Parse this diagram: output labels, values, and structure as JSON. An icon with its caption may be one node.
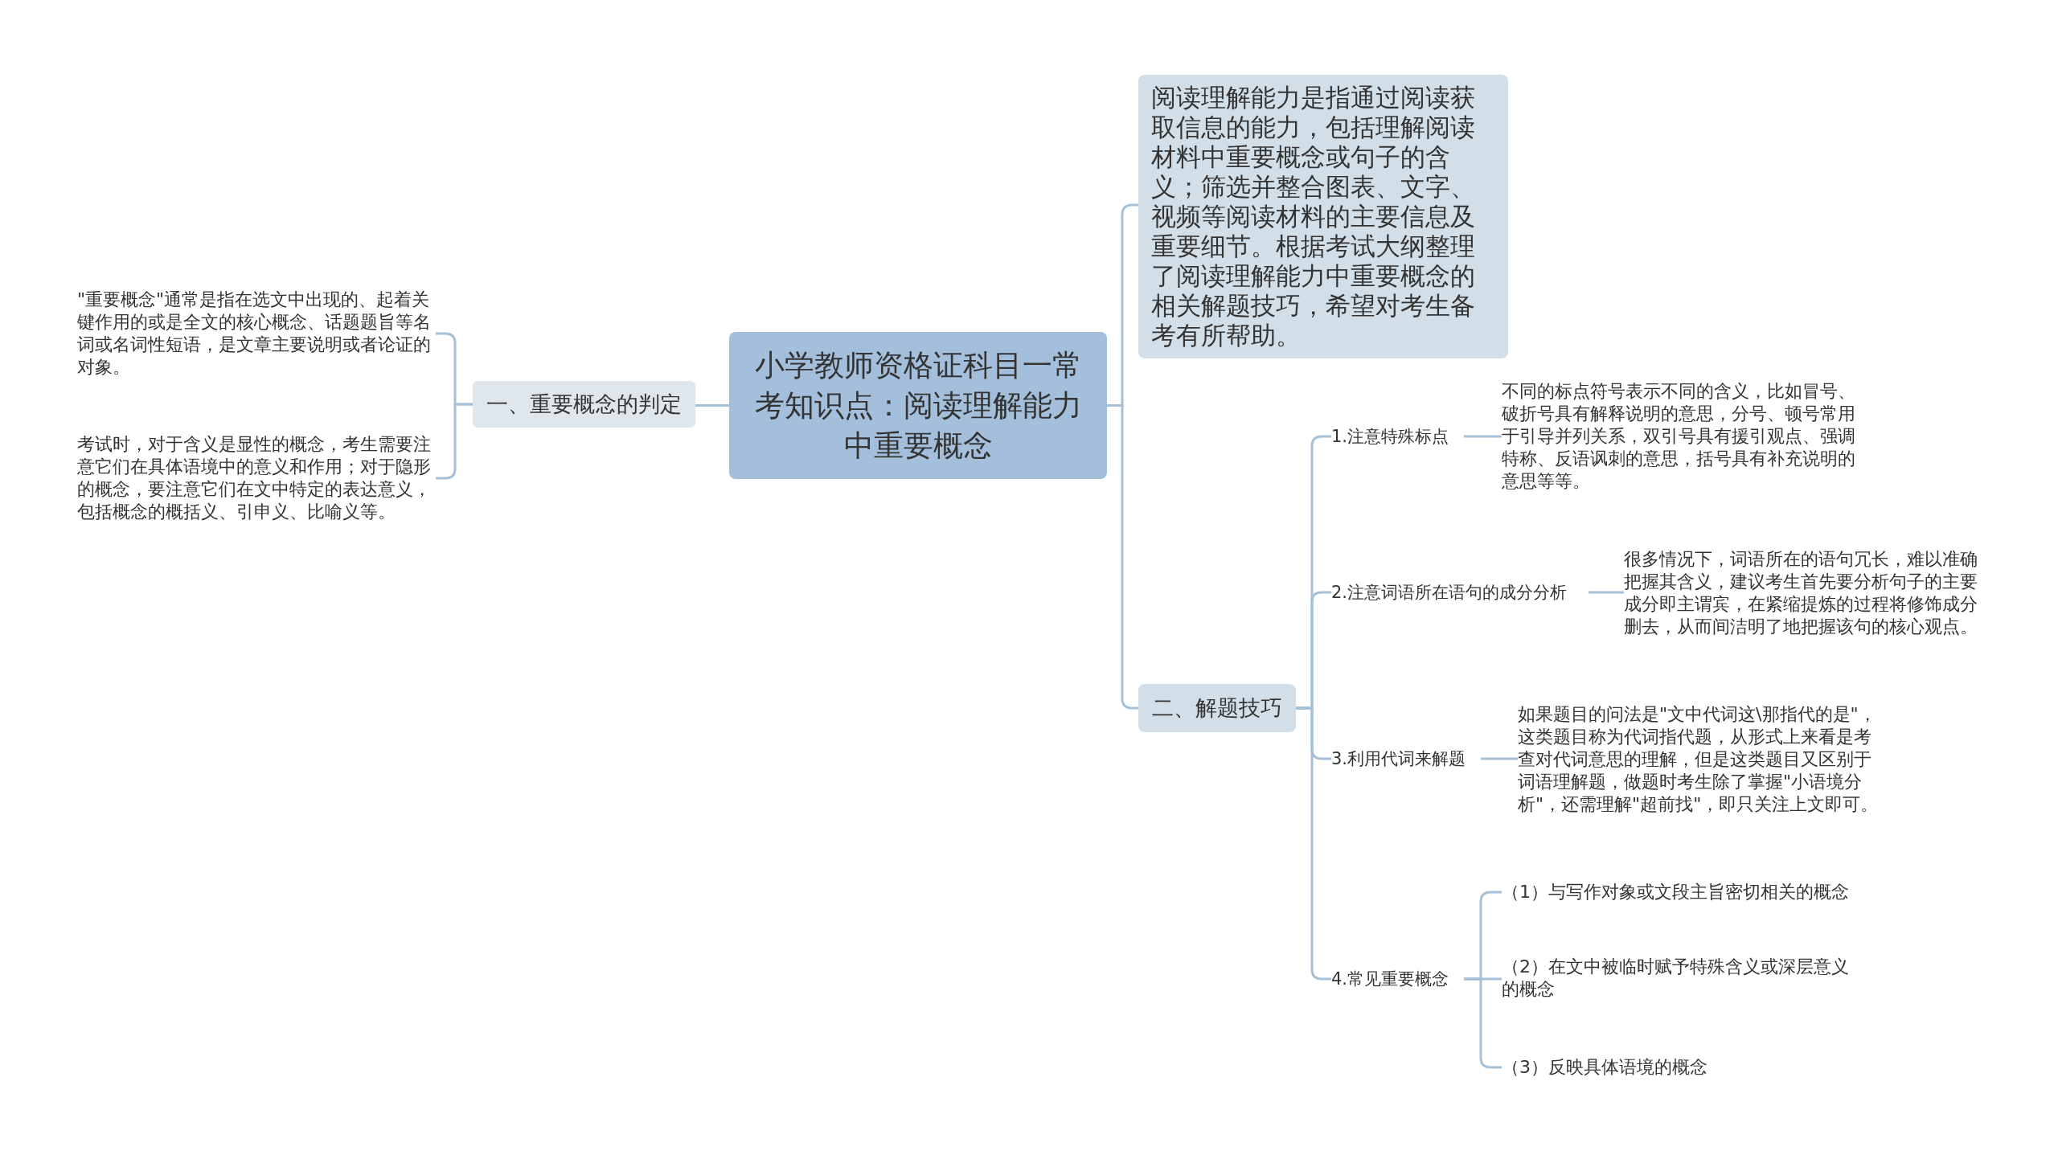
{
  "diagram": {
    "nodes": [
      {
        "text": [
          "小学教师资格证科目一常考知识点：阅读理解能力中重要概念"
        ]
      },
      {
        "text": [
          "一、重要概念的判定"
        ]
      },
      {
        "text": [
          "\"重要概念\"通常是指在选文中出现的、起着关键作用的或是全文的核心概念、话题题旨等名词或名词性短语，是文章主要说明或者论证的对象。"
        ]
      },
      {
        "text": [
          "考试时，对于含义是显性的概念，考生需要注意它们在具体语境中的意义和作用；对于隐形的概念，要注意它们在文中特定的表达意义，包括概念的概括义、引申义、比喻义等。"
        ]
      },
      {
        "text": [
          "阅读理解能力是指通过阅读获取信息的能力，包括理解阅读材料中重要概念或句子的含义；筛选并整合图表、文字、视频等阅读材料的主要信息及重要细节。根据考试大纲整理了阅读理解能力中重要概念的相关解题技巧，希望对考生备考有所帮助。"
        ]
      },
      {
        "text": [
          "二、解题技巧"
        ]
      },
      {
        "text": [
          "1.注意特殊标点"
        ]
      },
      {
        "text": [
          "不同的标点符号表示不同的含义，比如冒号、破折号具有解释说明的意思，分号、顿号常用于引导并列关系，双引号具有援引观点、强调特称、反语讽刺的意思，括号具有补充说明的意思等等。"
        ]
      },
      {
        "text": [
          "2.注意词语所在语句的成分分析"
        ]
      },
      {
        "text": [
          "很多情况下，词语所在的语句冗长，难以准确把握其含义，建议考生首先要分析句子的主要成分即主谓宾，在紧缩提炼的过程将修饰成分删去，从而间洁明了地把握该句的核心观点。"
        ]
      },
      {
        "text": [
          "3.利用代词来解题"
        ]
      },
      {
        "text": [
          "如果题目的问法是\"文中代词这\\那指代的是\"，这类题目称为代词指代题，从形式上来看是考查对代词意思的理解，但是这类题目又区别于词语理解题，做题时考生除了掌握\"小语境分析\"，还需理解\"超前找\"，即只关注上文即可。"
        ]
      },
      {
        "text": [
          "4.常见重要概念"
        ]
      },
      {
        "text": [
          "（1）与写作对象或文段主旨密切相关的概念"
        ]
      },
      {
        "text": [
          "（2）在文中被临时赋予特殊含义或深层意义的概念"
        ]
      },
      {
        "text": [
          "（3）反映具体语境的概念"
        ]
      }
    ],
    "edges": [
      {
        "from": 0,
        "to": 1,
        "arrow": "none"
      },
      {
        "from": 1,
        "to": 2,
        "arrow": "none"
      },
      {
        "from": 1,
        "to": 3,
        "arrow": "none"
      },
      {
        "from": 0,
        "to": 4,
        "arrow": "none"
      },
      {
        "from": 0,
        "to": 5,
        "arrow": "none"
      },
      {
        "from": 5,
        "to": 6,
        "arrow": "none"
      },
      {
        "from": 6,
        "to": 7,
        "arrow": "none"
      },
      {
        "from": 5,
        "to": 8,
        "arrow": "none"
      },
      {
        "from": 8,
        "to": 9,
        "arrow": "none"
      },
      {
        "from": 5,
        "to": 10,
        "arrow": "none"
      },
      {
        "from": 10,
        "to": 11,
        "arrow": "none"
      },
      {
        "from": 5,
        "to": 12,
        "arrow": "none"
      },
      {
        "from": 12,
        "to": 13,
        "arrow": "none"
      },
      {
        "from": 12,
        "to": 14,
        "arrow": "none"
      },
      {
        "from": 12,
        "to": 15,
        "arrow": "none"
      }
    ]
  }
}
